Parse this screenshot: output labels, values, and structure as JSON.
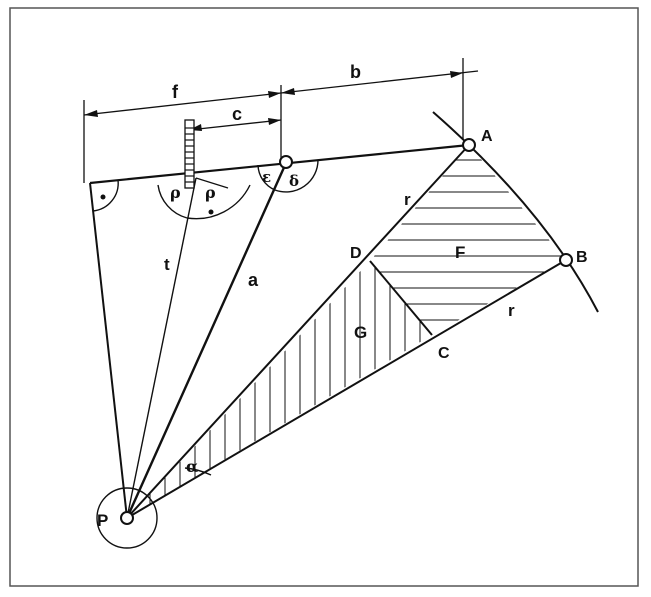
{
  "diagram": {
    "labels": {
      "f": "f",
      "b": "b",
      "c": "c",
      "A": "A",
      "B": "B",
      "C": "C",
      "D": "D",
      "F": "F",
      "G": "G",
      "P": "P",
      "a": "a",
      "t": "t",
      "r_upper": "r",
      "r_lower": "r",
      "rho_left": "ρ",
      "rho_right": "ρ",
      "epsilon": "ε",
      "delta": "δ",
      "alpha": "α"
    },
    "colors": {
      "ink": "#111111",
      "frame": "#555555",
      "background": "#ffffff"
    }
  }
}
